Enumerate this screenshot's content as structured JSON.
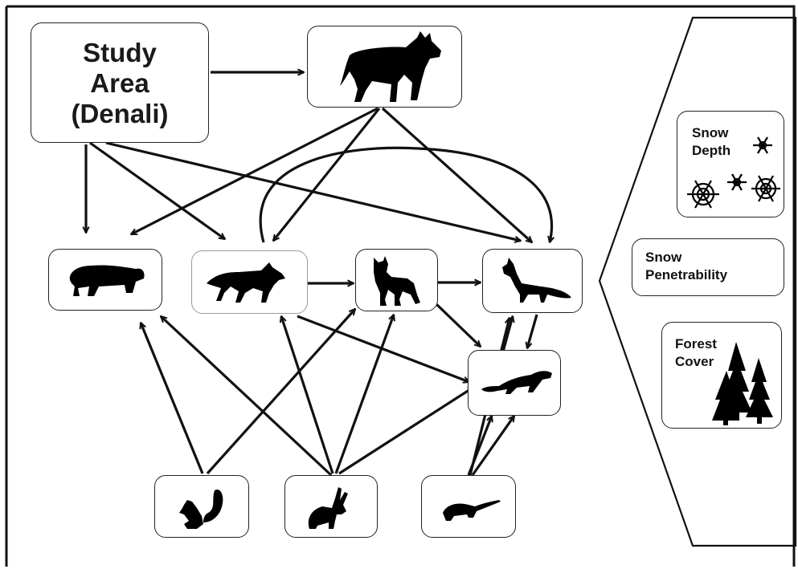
{
  "study_area": {
    "line1": "Study",
    "line2": "Area",
    "line3": "(Denali)"
  },
  "nodes": {
    "top_predator": "wolf-silhouette",
    "mid_row": [
      "wolverine-silhouette",
      "coyote-silhouette",
      "lynx-silhouette",
      "fox-silhouette"
    ],
    "marten": "marten-silhouette",
    "prey_row": [
      "squirrel-silhouette",
      "hare-silhouette",
      "vole-silhouette"
    ]
  },
  "covariates": {
    "snow_depth": {
      "line1": "Snow",
      "line2": "Depth",
      "icon": "snowflake-icon"
    },
    "snow_penetrability": {
      "line1": "Snow",
      "line2": "Penetrability"
    },
    "forest_cover": {
      "line1": "Forest",
      "line2": "Cover",
      "icon": "tree-icon"
    }
  },
  "colors": {
    "ink": "#111111",
    "box_border": "#222222",
    "soft_border": "#9a9a9a"
  }
}
